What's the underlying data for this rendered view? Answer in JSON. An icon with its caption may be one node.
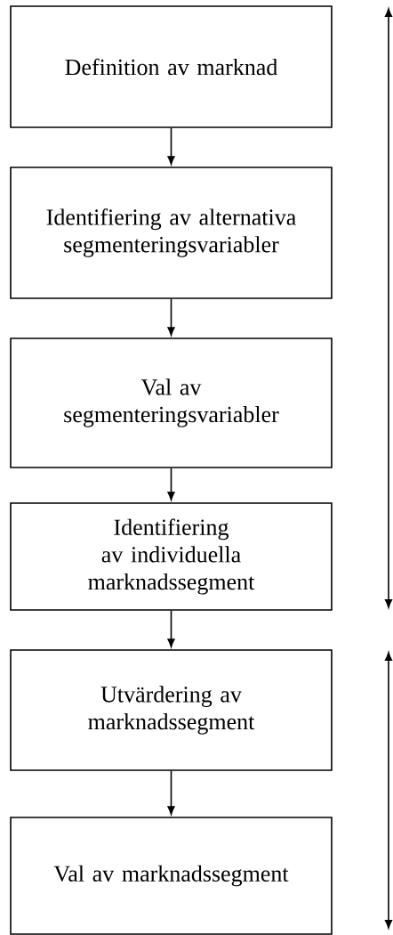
{
  "diagram": {
    "nodes": [
      {
        "text": [
          "Definition av marknad"
        ]
      },
      {
        "text": [
          "Identifiering av alternativa segmenteringsvariabler"
        ]
      },
      {
        "text": [
          "Val av segmenteringsvariabler"
        ]
      },
      {
        "text": [
          "Identifiering av individuella marknadssegment"
        ]
      },
      {
        "text": [
          "Utvärdering av marknadssegment"
        ]
      },
      {
        "text": [
          "Val av marknadssegment"
        ]
      }
    ],
    "edges": [
      {
        "from": 0,
        "to": 1,
        "arrow": "to"
      },
      {
        "from": 1,
        "to": 2,
        "arrow": "to"
      },
      {
        "from": 2,
        "to": 3,
        "arrow": "to"
      },
      {
        "from": 3,
        "to": 4,
        "arrow": "to"
      },
      {
        "from": 4,
        "to": 5,
        "arrow": "to"
      }
    ]
  }
}
